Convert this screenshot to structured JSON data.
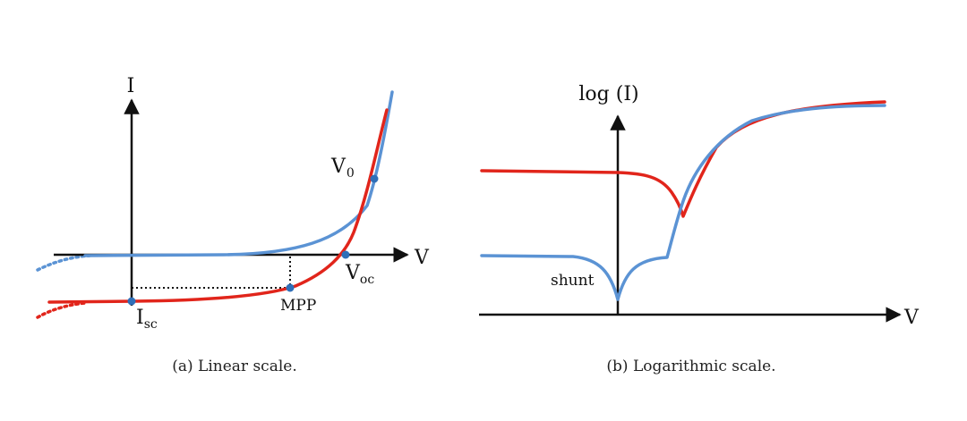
{
  "colors": {
    "red_curve": "#e1251b",
    "blue_curve": "#5b93d4",
    "dot": "#2f6fb8",
    "axis": "#111111"
  },
  "panel_a": {
    "y_axis_label": "I",
    "x_axis_label": "V",
    "label_v0_main": "V",
    "label_v0_sub": "0",
    "label_voc_main": "V",
    "label_voc_sub": "oc",
    "label_mpp": "MPP",
    "label_isc_main": "I",
    "label_isc_sub": "sc",
    "caption": "(a) Linear scale."
  },
  "panel_b": {
    "y_axis_label": "log (I)",
    "x_axis_label": "V",
    "label_shunt": "shunt",
    "caption": "(b) Logarithmic scale."
  }
}
